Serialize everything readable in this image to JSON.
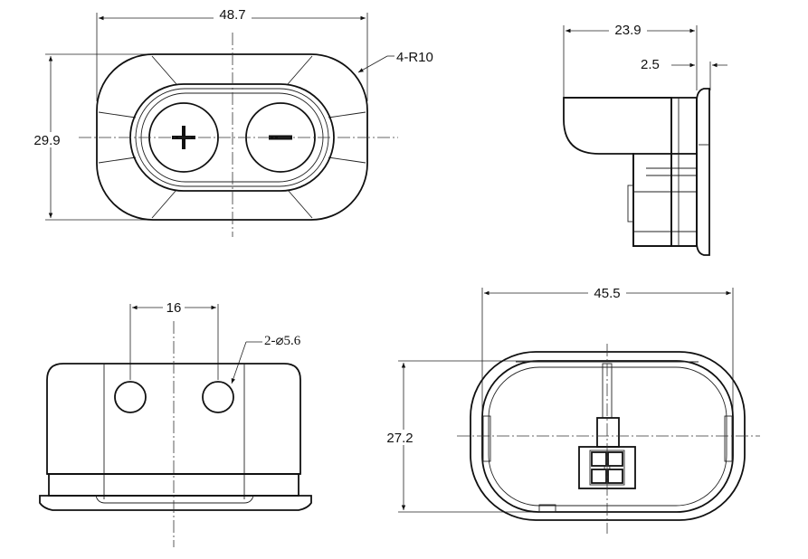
{
  "views": {
    "front": {
      "width_label": "48.7",
      "height_label": "29.9",
      "radius_label": "4-R10",
      "plus_symbol": "+",
      "minus_symbol": "−"
    },
    "side": {
      "depth_label": "23.9",
      "flange_label": "2.5"
    },
    "top": {
      "spacing_label": "16",
      "hole_label": "2-⌀5.6"
    },
    "back": {
      "width_label": "45.5",
      "height_label": "27.2"
    }
  }
}
